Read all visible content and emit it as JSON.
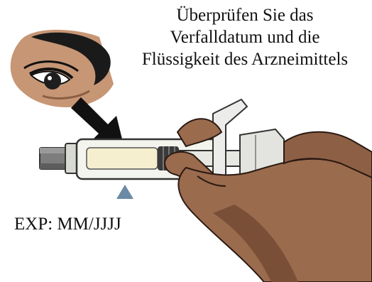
{
  "instruction": {
    "line1": "Überprüfen Sie das",
    "line2": "Verfalldatum und die",
    "line3": "Flüssigkeit des Arzneimittels"
  },
  "exp_label": "EXP: MM/JJJJ",
  "icons": [
    "eye-illustration",
    "pointing-arrow-icon",
    "syringe-illustration",
    "hand-illustration",
    "pointer-triangle-icon"
  ],
  "colors": {
    "skin": "#9b6b4e",
    "skin_shadow": "#7a4f37",
    "eye_skin": "#c79675",
    "arrow": "#111111",
    "triangle_marker": "#6b8aa5",
    "syringe_outline": "#333333",
    "syringe_body": "#f3f4ee",
    "liquid": "#f6efcf"
  }
}
